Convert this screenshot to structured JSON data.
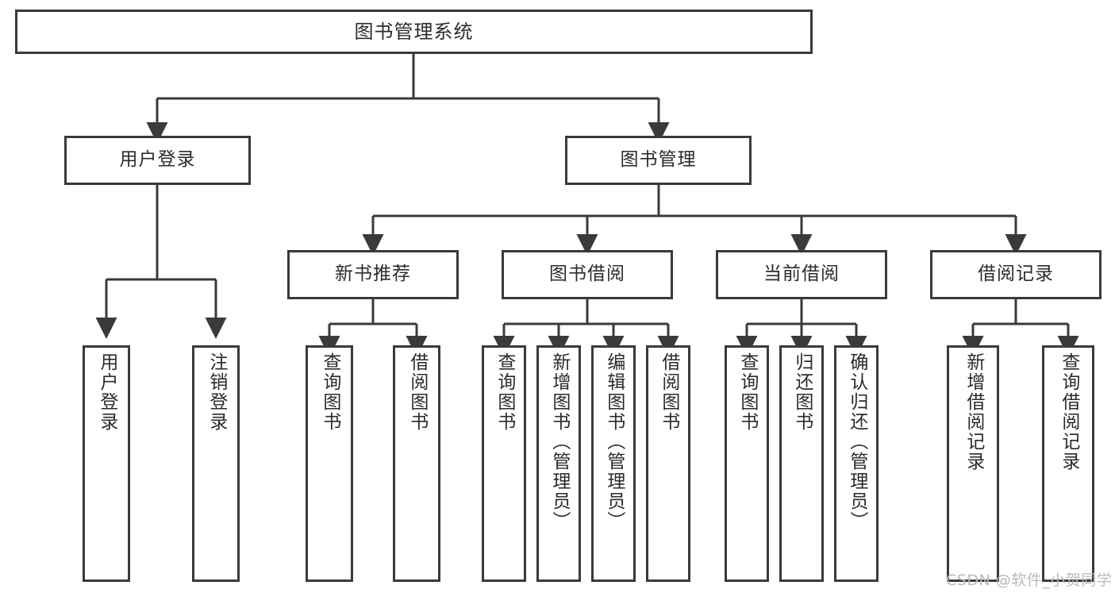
{
  "diagram": {
    "title": "图书管理系统",
    "type": "tree-hierarchy-chart",
    "root": {
      "label": "图书管理系统"
    },
    "level2": [
      {
        "label": "用户登录"
      },
      {
        "label": "图书管理"
      }
    ],
    "level3": [
      {
        "label": "新书推荐"
      },
      {
        "label": "图书借阅"
      },
      {
        "label": "当前借阅"
      },
      {
        "label": "借阅记录"
      }
    ],
    "leaves": {
      "user_login": [
        {
          "label": "用户登录"
        },
        {
          "label": "注销登录"
        }
      ],
      "new_book_recommend": [
        {
          "label": "查询图书"
        },
        {
          "label": "借阅图书"
        }
      ],
      "book_borrow": [
        {
          "label": "查询图书"
        },
        {
          "label": "新增图书（管理员）"
        },
        {
          "label": "编辑图书（管理员）"
        },
        {
          "label": "借阅图书"
        }
      ],
      "current_borrow": [
        {
          "label": "查询图书"
        },
        {
          "label": "归还图书"
        },
        {
          "label": "确认归还（管理员）"
        }
      ],
      "borrow_record": [
        {
          "label": "新增借阅记录"
        },
        {
          "label": "查询借阅记录"
        }
      ]
    }
  },
  "watermark": {
    "text": "CSDN @软件_小贺同学"
  },
  "colors": {
    "box_border": "#3a3a3a",
    "box_fill": "#ffffff",
    "connector": "#3a3a3a",
    "text": "#2b2b2b",
    "watermark": "#b9b9b9"
  }
}
